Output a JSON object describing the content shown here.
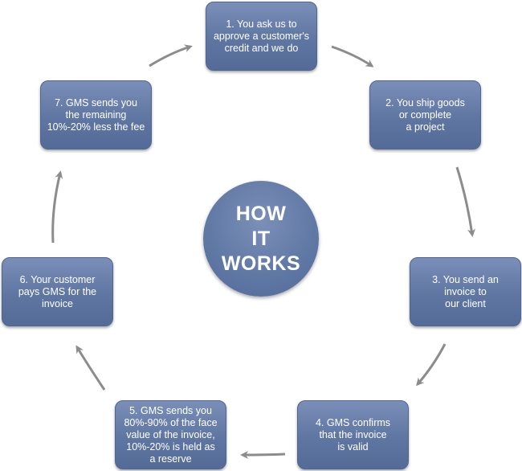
{
  "center_label": "HOW\nIT\nWORKS",
  "steps": [
    {
      "text": "1. You ask us to\napprove a customer's\ncredit and we do"
    },
    {
      "text": "2. You ship goods\nor complete\na project"
    },
    {
      "text": "3. You send an\ninvoice to\nour client"
    },
    {
      "text": "4. GMS confirms\nthat the invoice\nis valid"
    },
    {
      "text": "5. GMS sends you\n80%-90% of the face\nvalue of the invoice,\n10%-20% is held as\na reserve"
    },
    {
      "text": "6. Your customer\npays GMS for the\ninvoice"
    },
    {
      "text": "7. GMS sends you\nthe remaining\n10%-20% less the fee"
    }
  ],
  "colors": {
    "box": "#6179a5",
    "arrow": "#8c8c8c",
    "text": "#ffffff"
  }
}
